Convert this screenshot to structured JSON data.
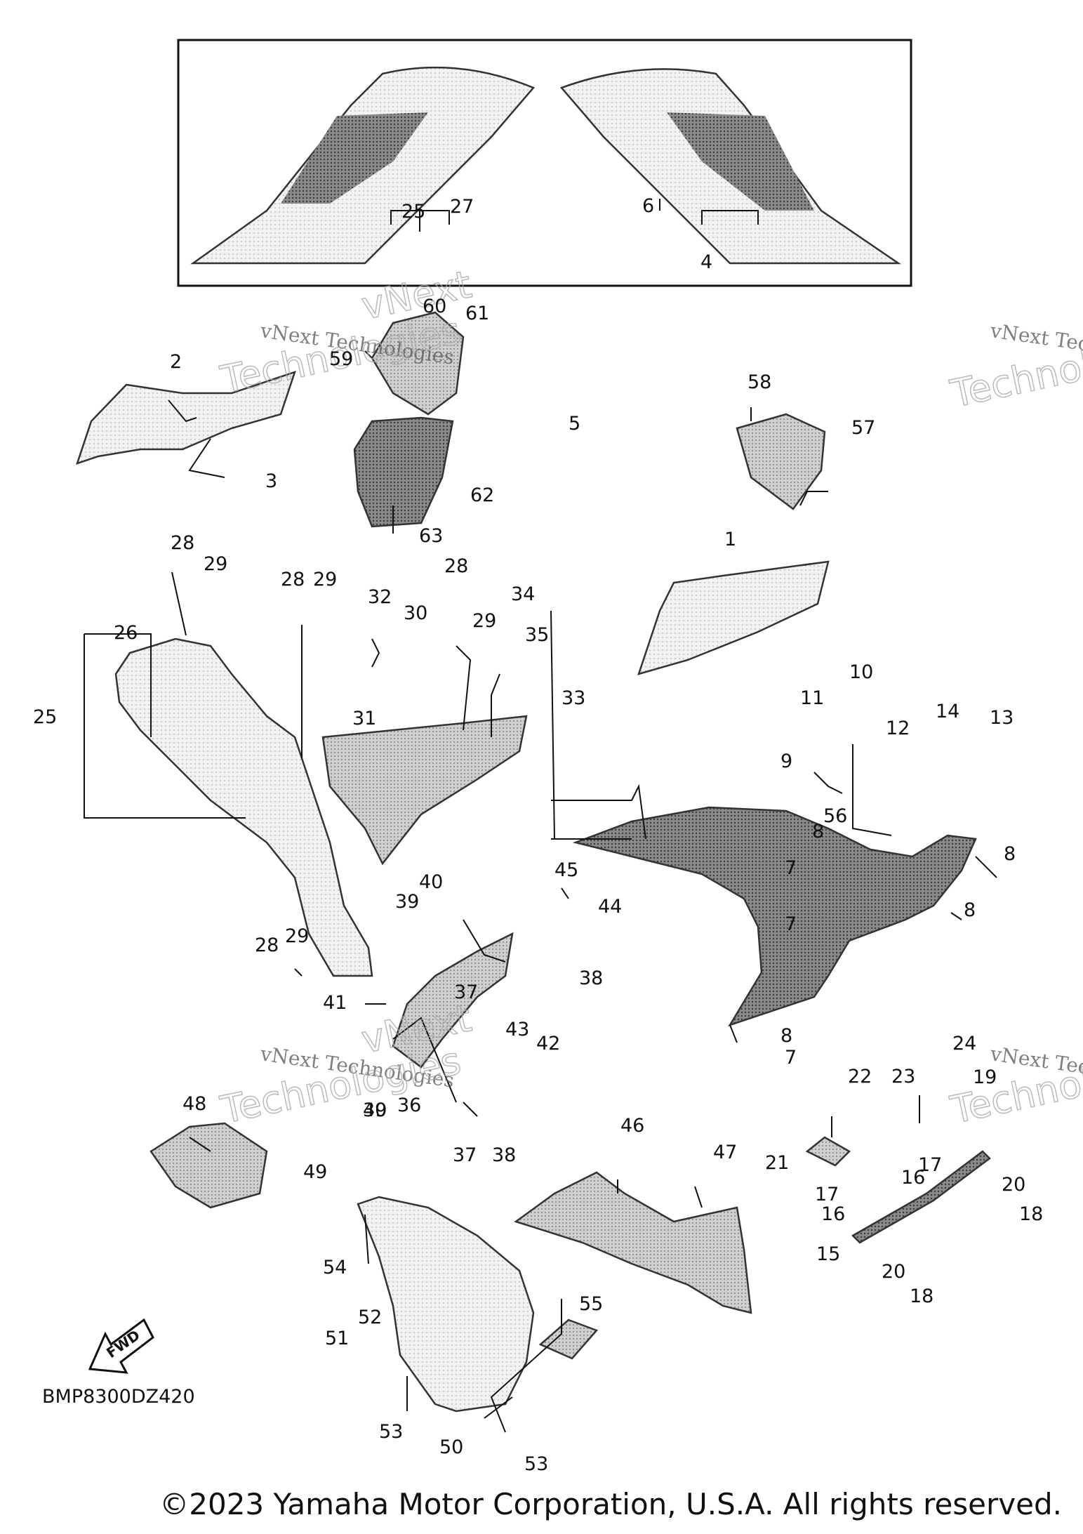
{
  "diagram": {
    "code": "BMP8300DZ420",
    "fwd_label": "FWD",
    "watermark_line1": "vNext Technologies",
    "watermark_line2": "vNext",
    "watermark_line3": "Technologies",
    "copyright": "©2023 Yamaha Motor Corporation, U.S.A. All rights reserved.",
    "callouts": [
      "1",
      "2",
      "3",
      "4",
      "5",
      "6",
      "7",
      "8",
      "9",
      "10",
      "11",
      "12",
      "13",
      "14",
      "15",
      "16",
      "17",
      "18",
      "19",
      "20",
      "21",
      "22",
      "23",
      "24",
      "25",
      "26",
      "27",
      "28",
      "29",
      "30",
      "31",
      "32",
      "33",
      "34",
      "35",
      "36",
      "37",
      "38",
      "39",
      "40",
      "41",
      "42",
      "43",
      "44",
      "45",
      "46",
      "47",
      "48",
      "49",
      "50",
      "51",
      "52",
      "53",
      "54",
      "55",
      "56",
      "57",
      "58",
      "59",
      "60",
      "61",
      "62",
      "63"
    ]
  }
}
